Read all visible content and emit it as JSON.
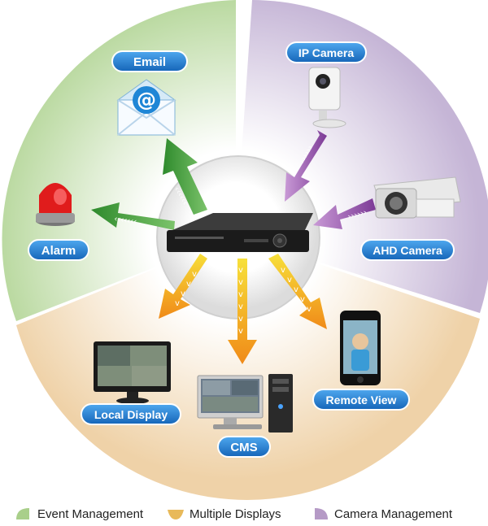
{
  "nodes": {
    "email": "Email",
    "ip_camera": "IP Camera",
    "alarm": "Alarm",
    "ahd_camera": "AHD Camera",
    "local_display": "Local Display",
    "remote_view": "Remote View",
    "cms": "CMS"
  },
  "legend": {
    "event": "Event Management",
    "displays": "Multiple Displays",
    "camera": "Camera Management"
  },
  "colors": {
    "event": "#a9cf8a",
    "displays": "#e8b95a",
    "camera": "#b59ac6",
    "pill": "#1f7fd1",
    "arrow_green": "#3d9a3a",
    "arrow_orange": "#f0a020",
    "arrow_purple": "#8a4aa0"
  }
}
